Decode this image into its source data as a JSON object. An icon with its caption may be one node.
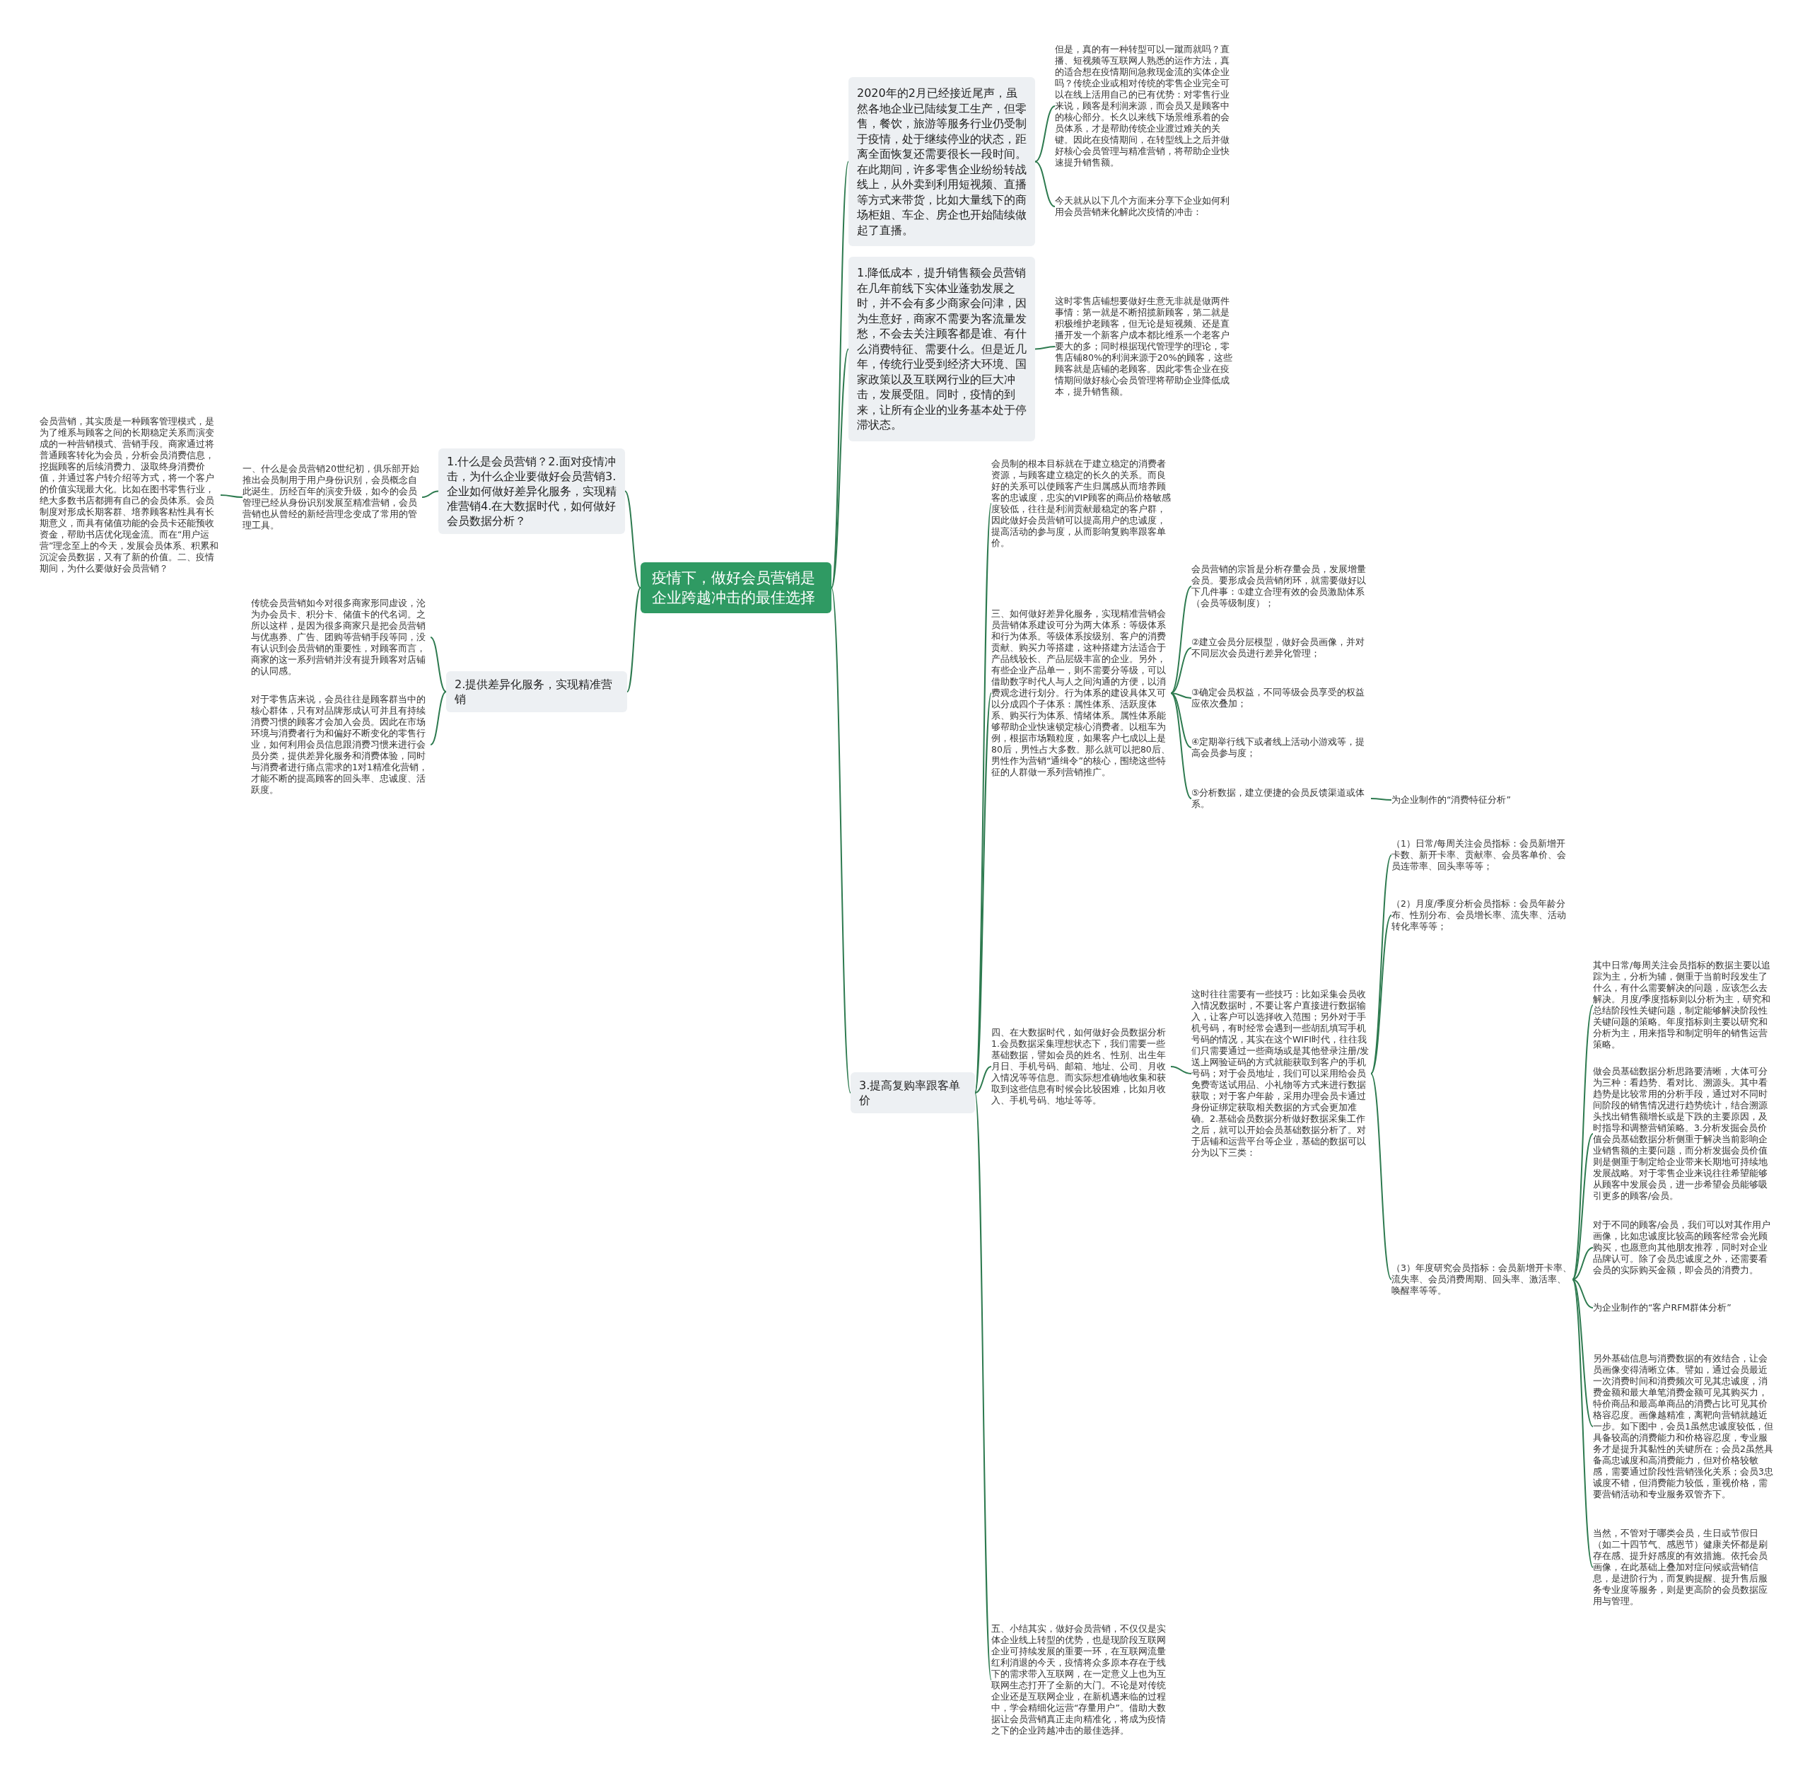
{
  "diagram": {
    "nodes": [
      {
        "text": [
          "疫情下，做好会员营销是企业跨越冲击的最佳选择"
        ]
      },
      {
        "text": [
          "1.什么是会员营销？2.面对疫情冲击，为什么企业要做好会员营销3.企业如何做好差异化服务，实现精准营销4.在大数据时代，如何做好会员数据分析？"
        ]
      },
      {
        "text": [
          "一、什么是会员营销20世纪初，俱乐部开始推出会员制用于用户身份识别，会员概念自此诞生。历经百年的演变升级，如今的会员管理已经从身份识别发展至精准营销，会员营销也从曾经的新经营理念变成了常用的管理工具。"
        ]
      },
      {
        "text": [
          "会员营销，其实质是一种顾客管理模式，是为了维系与顾客之间的长期稳定关系而演变成的一种营销模式、营销手段。商家通过将普通顾客转化为会员，分析会员消费信息，挖掘顾客的后续消费力、汲取终身消费价值，并通过客户转介绍等方式，将一个客户的价值实现最大化。比如在图书零售行业，绝大多数书店都拥有自己的会员体系。会员制度对形成长期客群、培养顾客粘性具有长期意义，而具有储值功能的会员卡还能预收资金，帮助书店优化现金流。而在“用户运营”理念至上的今天，发展会员体系、积累和沉淀会员数据，又有了新的价值。二、疫情期间，为什么要做好会员营销？"
        ]
      },
      {
        "text": [
          "2.提供差异化服务，实现精准营销"
        ]
      },
      {
        "text": [
          "传统会员营销如今对很多商家形同虚设，沦为办会员卡、积分卡、储值卡的代名词。之所以这样，是因为很多商家只是把会员营销与优惠券、广告、团购等营销手段等同，没有认识到会员营销的重要性，对顾客而言，商家的这一系列营销并没有提升顾客对店铺的认同感。"
        ]
      },
      {
        "text": [
          "对于零售店来说，会员往往是顾客群当中的核心群体，只有对品牌形成认可并且有持续消费习惯的顾客才会加入会员。因此在市场环境与消费者行为和偏好不断变化的零售行业，如何利用会员信息跟消费习惯来进行会员分类，提供差异化服务和消费体验，同时与消费者进行痛点需求的1对1精准化营销，才能不断的提高顾客的回头率、忠诚度、活跃度。"
        ]
      },
      {
        "text": [
          "2020年的2月已经接近尾声，虽然各地企业已陆续复工生产，但零售，餐饮，旅游等服务行业仍受制于疫情，处于继续停业的状态，距离全面恢复还需要很长一段时间。在此期间，许多零售企业纷纷转战线上，从外卖到利用短视频、直播等方式来带货，比如大量线下的商场柜姐、车企、房企也开始陆续做起了直播。"
        ]
      },
      {
        "text": [
          "但是，真的有一种转型可以一蹴而就吗？直播、短视频等互联网人熟悉的运作方法，真的适合想在疫情期间急救现金流的实体企业吗？传统企业或相对传统的零售企业完全可以在线上活用自己的已有优势：对零售行业来说，顾客是利润来源，而会员又是顾客中的核心部分。长久以来线下场景维系着的会员体系，才是帮助传统企业渡过难关的关键。因此在疫情期间，在转型线上之后并做好核心会员管理与精准营销，将帮助企业快速提升销售额。"
        ]
      },
      {
        "text": [
          "今天就从以下几个方面来分享下企业如何利用会员营销来化解此次疫情的冲击："
        ]
      },
      {
        "text": [
          "1.降低成本，提升销售额会员营销在几年前线下实体业蓬勃发展之时，并不会有多少商家会问津，因为生意好，商家不需要为客流量发愁，不会去关注顾客都是谁、有什么消费特征、需要什么。但是近几年，传统行业受到经济大环境、国家政策以及互联网行业的巨大冲击，发展受阻。同时，疫情的到来，让所有企业的业务基本处于停滞状态。"
        ]
      },
      {
        "text": [
          "这时零售店铺想要做好生意无非就是做两件事情：第一就是不断招揽新顾客，第二就是积极维护老顾客，但无论是短视频、还是直播开发一个新客户成本都比维系一个老客户要大的多；同时根据现代管理学的理论，零售店铺80%的利润来源于20%的顾客，这些顾客就是店铺的老顾客。因此零售企业在疫情期间做好核心会员管理将帮助企业降低成本，提升销售额。"
        ]
      },
      {
        "text": [
          "3.提高复购率跟客单价"
        ]
      },
      {
        "text": [
          "会员制的根本目标就在于建立稳定的消费者资源，与顾客建立稳定的长久的关系。而良好的关系可以使顾客产生归属感从而培养顾客的忠诚度，忠实的VIP顾客的商品价格敏感度较低，往往是利润贡献最稳定的客户群，因此做好会员营销可以提高用户的忠诚度，提高活动的参与度，从而影响复购率跟客单价。"
        ]
      },
      {
        "text": [
          "三、如何做好差异化服务，实现精准营销会员营销体系建设可分为两大体系：等级体系和行为体系。等级体系按级别、客户的消费贡献、购买力等搭建，这种搭建方法适合于产品线较长、产品层级丰富的企业。另外，有些企业产品单一，则不需要分等级，可以借助数字时代人与人之间沟通的方便，以消费观念进行划分。行为体系的建设具体又可以分成四个子体系：属性体系、活跃度体系、购买行为体系、情绪体系。属性体系能够帮助企业快速锁定核心消费者。以租车为例，根据市场颗粒度，如果客户七成以上是80后，男性占大多数。那么就可以把80后、男性作为营销“通缉令”的核心，围绕这些特征的人群做一系列营销推广。"
        ]
      },
      {
        "text": [
          "会员营销的宗旨是分析存量会员，发展增量会员。要形成会员营销闭环，就需要做好以下几件事：①建立合理有效的会员激励体系（会员等级制度）；"
        ]
      },
      {
        "text": [
          "②建立会员分层模型，做好会员画像，并对不同层次会员进行差异化管理；"
        ]
      },
      {
        "text": [
          "③确定会员权益，不同等级会员享受的权益应依次叠加；"
        ]
      },
      {
        "text": [
          "④定期举行线下或者线上活动小游戏等，提高会员参与度；"
        ]
      },
      {
        "text": [
          "⑤分析数据，建立便捷的会员反馈渠道或体系。"
        ]
      },
      {
        "text": [
          "为企业制作的“消费特征分析”"
        ]
      },
      {
        "text": [
          "四、在大数据时代，如何做好会员数据分析1.会员数据采集理想状态下，我们需要一些基础数据，譬如会员的姓名、性别、出生年月日、手机号码、邮箱、地址、公司、月收入情况等等信息。而实际想准确地收集和获取到这些信息有时候会比较困难，比如月收入、手机号码、地址等等。"
        ]
      },
      {
        "text": [
          "这时往往需要有一些技巧：比如采集会员收入情况数据时，不要让客户直接进行数据输入，让客户可以选择收入范围；另外对于手机号码，有时经常会遇到一些胡乱填写手机号码的情况，其实在这个WIFI时代，往往我们只需要通过一些商场或是其他登录注册/发送上网验证码的方式就能获取到客户的手机号码；对于会员地址，我们可以采用给会员免费寄送试用品、小礼物等方式来进行数据获取；对于客户年龄，采用办理会员卡通过身份证绑定获取相关数据的方式会更加准确。2.基础会员数据分析做好数据采集工作之后，就可以开始会员基础数据分析了。对于店铺和运营平台等企业，基础的数据可以分为以下三类："
        ]
      },
      {
        "text": [
          "（1）日常/每周关注会员指标：会员新增开卡数、新开卡率、贡献率、会员客单价、会员连带率、回头率等等；"
        ]
      },
      {
        "text": [
          "（2）月度/季度分析会员指标：会员年龄分布、性别分布、会员增长率、流失率、活动转化率等等；"
        ]
      },
      {
        "text": [
          "（3）年度研究会员指标：会员新增开卡率、流失率、会员消费周期、回头率、激活率、唤醒率等等。"
        ]
      },
      {
        "text": [
          "其中日常/每周关注会员指标的数据主要以追踪为主，分析为辅，侧重于当前时段发生了什么，有什么需要解决的问题，应该怎么去解决。月度/季度指标则以分析为主，研究和总结阶段性关键问题，制定能够解决阶段性关键问题的策略。年度指标则主要以研究和分析为主，用来指导和制定明年的销售运营策略。"
        ]
      },
      {
        "text": [
          "做会员基础数据分析思路要清晰，大体可分为三种：看趋势、看对比、溯源头。其中看趋势是比较常用的分析手段，通过对不同时间阶段的销售情况进行趋势统计，结合溯源头找出销售额增长或是下跌的主要原因，及时指导和调整营销策略。3.分析发掘会员价值会员基础数据分析侧重于解决当前影响企业销售额的主要问题，而分析发掘会员价值则是侧重于制定给企业带来长期地可持续地发展战略。对于零售企业来说往往希望能够从顾客中发展会员，进一步希望会员能够吸引更多的顾客/会员。"
        ]
      },
      {
        "text": [
          "对于不同的顾客/会员，我们可以对其作用户画像，比如忠诚度比较高的顾客经常会光顾购买，也愿意向其他朋友推荐，同时对企业品牌认可。除了会员忠诚度之外，还需要看会员的实际购买金额，即会员的消费力。"
        ]
      },
      {
        "text": [
          "为企业制作的“客户RFM群体分析”"
        ]
      },
      {
        "text": [
          "另外基础信息与消费数据的有效结合，让会员画像变得清晰立体。譬如，通过会员最近一次消费时间和消费频次可见其忠诚度，消费金额和最大单笔消费金额可见其购买力，特价商品和最高单商品的消费占比可见其价格容忍度。画像越精准，离靶向营销就越近一步。如下图中，会员1虽然忠诚度较低，但具备较高的消费能力和价格容忍度，专业服务才是提升其黏性的关键所在；会员2虽然具备高忠诚度和高消费能力，但对价格较敏感，需要通过阶段性营销强化关系；会员3忠诚度不错，但消费能力较低，重视价格，需要营销活动和专业服务双管齐下。"
        ]
      },
      {
        "text": [
          "当然，不管对于哪类会员，生日或节假日（如二十四节气、感恩节）健康关怀都是刷存在感、提升好感度的有效措施。依托会员画像，在此基础上叠加对症问候或营销信息，是进阶行为，而复购提醒、提升售后服务专业度等服务，则是更高阶的会员数据应用与管理。"
        ]
      },
      {
        "text": [
          "五、小结其实，做好会员营销，不仅仅是实体企业线上转型的优势，也是现阶段互联网企业可持续发展的重要一环，在互联网流量红利消退的今天，疫情将众多原本存在于线下的需求带入互联网，在一定意义上也为互联网生态打开了全新的大门。不论是对传统企业还是互联网企业，在新机遇来临的过程中，学会精细化运营“存量用户”。借助大数据让会员营销真正走向精准化，将成为疫情之下的企业跨越冲击的最佳选择。"
        ]
      }
    ],
    "edges": [
      {
        "from": 0,
        "to": 1,
        "arrow": "none"
      },
      {
        "from": 1,
        "to": 2,
        "arrow": "none"
      },
      {
        "from": 2,
        "to": 3,
        "arrow": "none"
      },
      {
        "from": 0,
        "to": 4,
        "arrow": "none"
      },
      {
        "from": 4,
        "to": 5,
        "arrow": "none"
      },
      {
        "from": 4,
        "to": 6,
        "arrow": "none"
      },
      {
        "from": 0,
        "to": 7,
        "arrow": "none"
      },
      {
        "from": 7,
        "to": 8,
        "arrow": "none"
      },
      {
        "from": 7,
        "to": 9,
        "arrow": "none"
      },
      {
        "from": 0,
        "to": 10,
        "arrow": "none"
      },
      {
        "from": 10,
        "to": 11,
        "arrow": "none"
      },
      {
        "from": 0,
        "to": 12,
        "arrow": "none"
      },
      {
        "from": 12,
        "to": 13,
        "arrow": "none"
      },
      {
        "from": 12,
        "to": 14,
        "arrow": "none"
      },
      {
        "from": 14,
        "to": 15,
        "arrow": "none"
      },
      {
        "from": 14,
        "to": 16,
        "arrow": "none"
      },
      {
        "from": 14,
        "to": 17,
        "arrow": "none"
      },
      {
        "from": 14,
        "to": 18,
        "arrow": "none"
      },
      {
        "from": 14,
        "to": 19,
        "arrow": "none"
      },
      {
        "from": 19,
        "to": 20,
        "arrow": "none"
      },
      {
        "from": 12,
        "to": 21,
        "arrow": "none"
      },
      {
        "from": 21,
        "to": 22,
        "arrow": "none"
      },
      {
        "from": 22,
        "to": 23,
        "arrow": "none"
      },
      {
        "from": 22,
        "to": 24,
        "arrow": "none"
      },
      {
        "from": 22,
        "to": 25,
        "arrow": "none"
      },
      {
        "from": 25,
        "to": 26,
        "arrow": "none"
      },
      {
        "from": 25,
        "to": 27,
        "arrow": "none"
      },
      {
        "from": 25,
        "to": 28,
        "arrow": "none"
      },
      {
        "from": 25,
        "to": 29,
        "arrow": "none"
      },
      {
        "from": 25,
        "to": 30,
        "arrow": "none"
      },
      {
        "from": 25,
        "to": 31,
        "arrow": "none"
      },
      {
        "from": 12,
        "to": 32,
        "arrow": "none"
      }
    ]
  }
}
